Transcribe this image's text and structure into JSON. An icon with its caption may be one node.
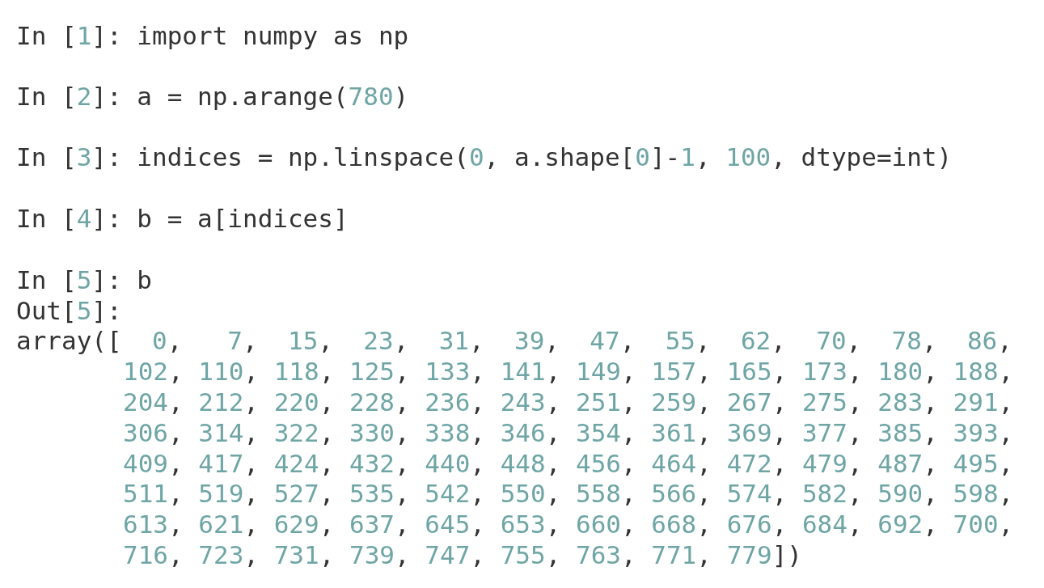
{
  "diagram": {
    "labels": [
      "In [1]: import numpy as np",
      "In [2]: a = np.arange(780)",
      "In [3]: indices = np.linspace(0, a.shape[0]-1, 100, dtype=int)",
      "In [4]: b = a[indices]",
      "In [5]: b",
      "Out[5]:",
      "array([  0,   7,  15,  23,  31,  39,  47,  55,  62,  70,  78,  86,",
      "102, 110, 118, 125, 133, 141, 149, 157, 165, 173, 180, 188,",
      "204, 212, 220, 228, 236, 243, 251, 259, 267, 275, 283, 291,",
      "306, 314, 322, 330, 338, 346, 354, 361, 369, 377, 385, 393,",
      "409, 417, 424, 432, 440, 448, 456, 464, 472, 479, 487, 495,",
      "511, 519, 527, 535, 542, 550, 558, 566, 574, 582, 590, 598,",
      "613, 621, 629, 637, 645, 653, 660, 668, 676, 684, 692, 700,",
      "716, 723, 731, 739, 747, 755, 763, 771, 779])"
    ]
  }
}
